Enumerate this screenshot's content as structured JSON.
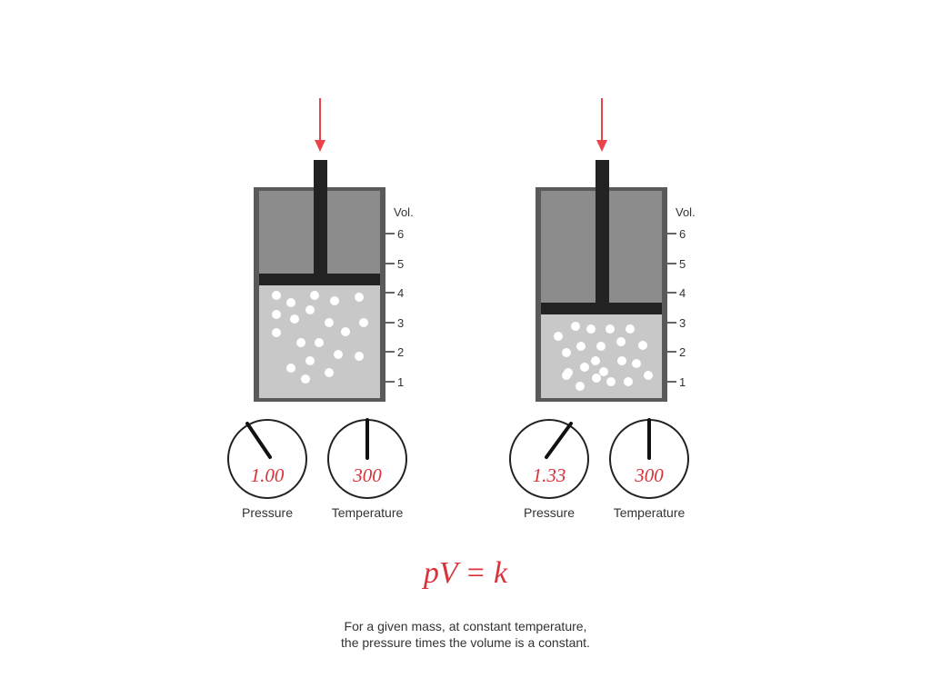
{
  "colors": {
    "arrow": "#e8444a",
    "cylinder_frame": "#5a5a5a",
    "upper_chamber": "#8c8c8c",
    "gas_chamber": "#c8c8c8",
    "piston": "#222222",
    "particle": "#ffffff",
    "gauge_value": "#d9323a"
  },
  "scale": {
    "title": "Vol.",
    "ticks": [
      "1",
      "2",
      "3",
      "4",
      "5",
      "6"
    ]
  },
  "cylinders": [
    {
      "volume_level": 4,
      "pressure": {
        "label": "Pressure",
        "value": "1.00"
      },
      "temperature": {
        "label": "Temperature",
        "value": "300"
      },
      "particle_count": 20
    },
    {
      "volume_level": 3,
      "pressure": {
        "label": "Pressure",
        "value": "1.33"
      },
      "temperature": {
        "label": "Temperature",
        "value": "300"
      },
      "particle_count": 22
    }
  ],
  "equation": "pV = k",
  "caption": {
    "line1": "For a given mass, at constant temperature,",
    "line2": "the pressure times the volume is a constant."
  }
}
